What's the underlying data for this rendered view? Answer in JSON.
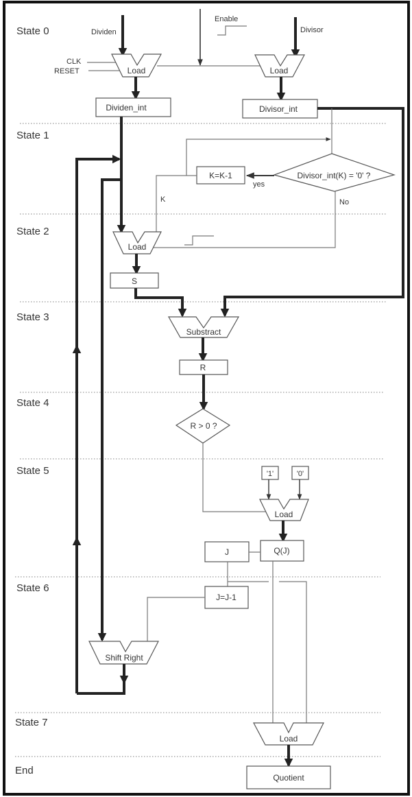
{
  "states": [
    "State 0",
    "State 1",
    "State 2",
    "State 3",
    "State 4",
    "State 5",
    "State 6",
    "State 7",
    "End"
  ],
  "inputs": {
    "dividend": "Dividen",
    "divisor": "Divisor",
    "enable": "Enable",
    "clk": "CLK",
    "reset": "RESET"
  },
  "blocks": {
    "load": "Load",
    "dividend_int": "Dividen_int",
    "divisor_int": "Divisor_int",
    "k_decrement": "K=K-1",
    "divisor_check": "Divisor_int(K) = '0' ?",
    "yes": "yes",
    "no": "No",
    "k": "K",
    "s": "S",
    "subtract": "Substract",
    "r": "R",
    "r_check": "R > 0 ?",
    "one": "'1'",
    "zero": "'0'",
    "j": "J",
    "qj": "Q(J)",
    "j_decrement": "J=J-1",
    "shift_right": "Shift Right",
    "quotient": "Quotient"
  }
}
